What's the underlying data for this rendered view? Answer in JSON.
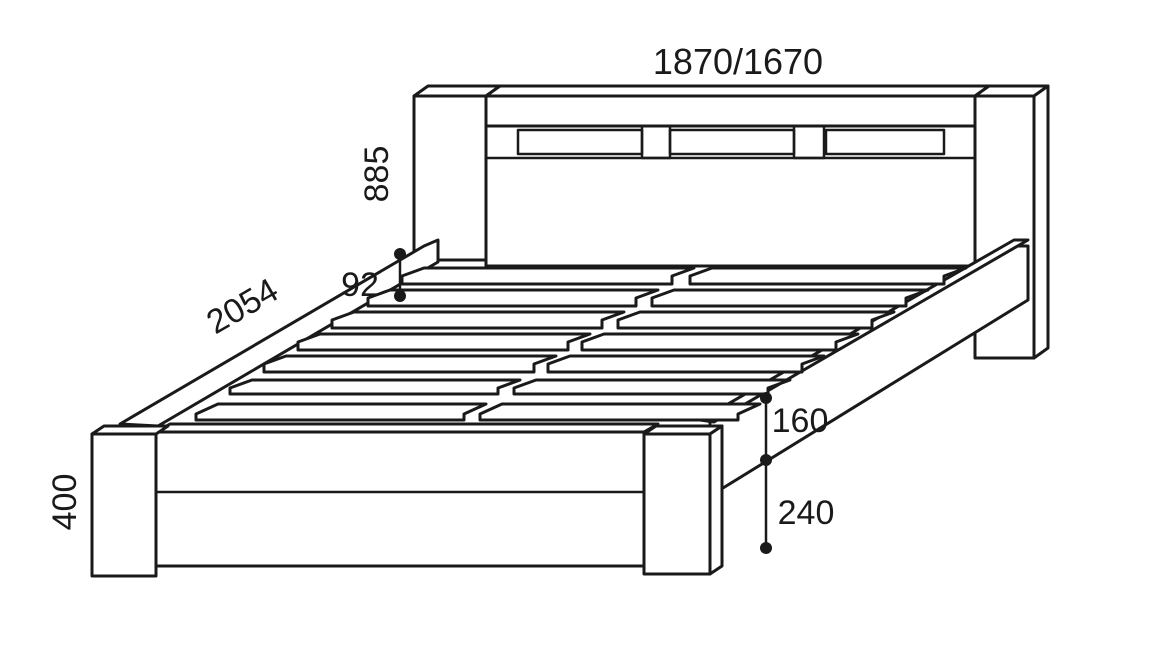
{
  "diagram": {
    "subject_icon": "bed-frame-drawing",
    "dimensions": {
      "width": "1870/1670",
      "headboard_height": "885",
      "length": "2054",
      "slat_gap": "92",
      "frame_height": "400",
      "rail_height": "160",
      "clearance": "240"
    }
  }
}
